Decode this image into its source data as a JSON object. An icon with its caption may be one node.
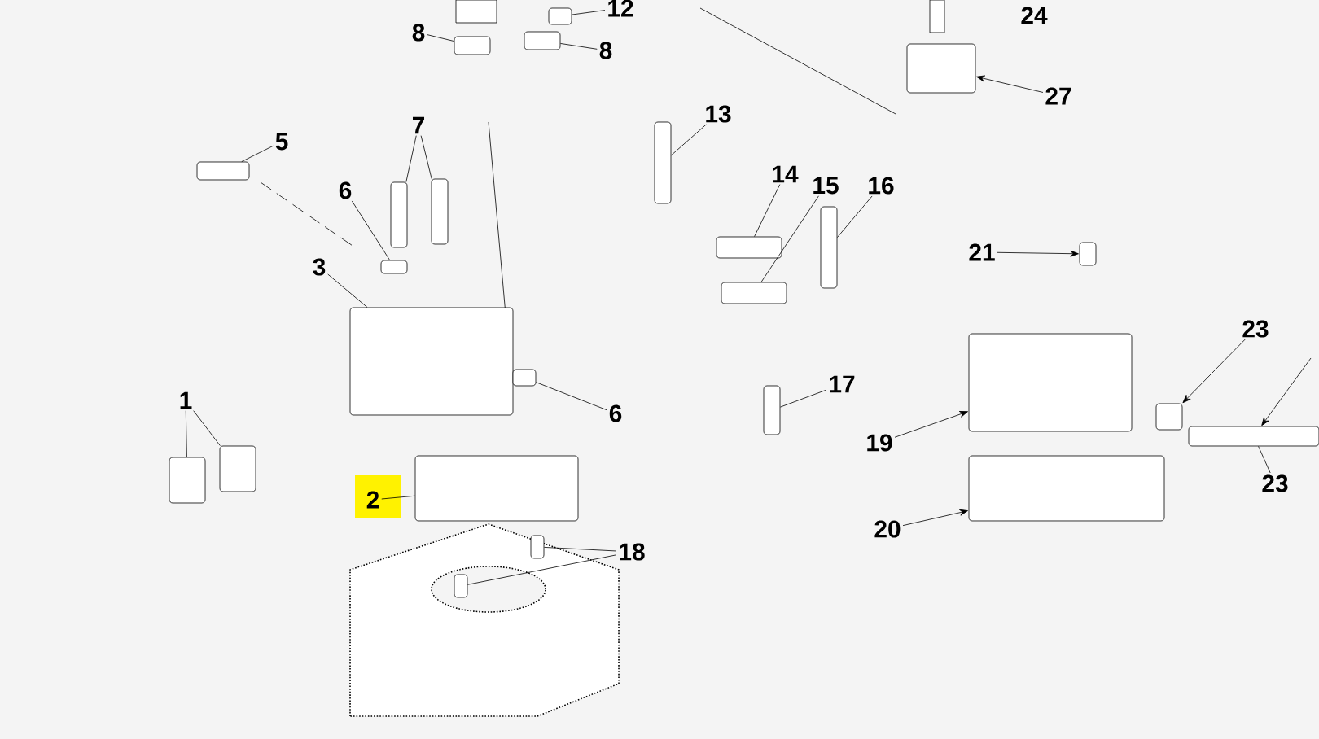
{
  "diagram": {
    "nodes": [
      {
        "text": [
          "8"
        ]
      },
      {
        "text": [],
        "shape": "box"
      },
      {
        "text": [
          "12"
        ]
      },
      {
        "text": [],
        "shape": "box"
      },
      {
        "text": [
          "8"
        ]
      },
      {
        "text": [],
        "shape": "box"
      },
      {
        "text": [
          "5"
        ]
      },
      {
        "text": [],
        "shape": "box"
      },
      {
        "text": [
          "7"
        ]
      },
      {
        "text": [],
        "shape": "box"
      },
      {
        "text": [],
        "shape": "box"
      },
      {
        "text": [
          "6"
        ]
      },
      {
        "text": [],
        "shape": "box"
      },
      {
        "text": [
          "3"
        ]
      },
      {
        "text": [],
        "shape": "box"
      },
      {
        "text": [
          "13"
        ]
      },
      {
        "text": [],
        "shape": "box"
      },
      {
        "text": [
          "14"
        ]
      },
      {
        "text": [],
        "shape": "box"
      },
      {
        "text": [
          "15"
        ]
      },
      {
        "text": [],
        "shape": "box"
      },
      {
        "text": [
          "16"
        ]
      },
      {
        "text": [],
        "shape": "box"
      },
      {
        "text": [
          "17"
        ]
      },
      {
        "text": [],
        "shape": "box"
      },
      {
        "text": [
          "1"
        ]
      },
      {
        "text": [],
        "shape": "box"
      },
      {
        "text": [],
        "shape": "box"
      },
      {
        "text": [
          "2"
        ]
      },
      {
        "text": [],
        "shape": "box"
      },
      {
        "text": [
          "18"
        ]
      },
      {
        "text": [],
        "shape": "box"
      },
      {
        "text": [],
        "shape": "box"
      },
      {
        "text": [
          "6"
        ]
      },
      {
        "text": [],
        "shape": "box"
      },
      {
        "text": [
          "21"
        ]
      },
      {
        "text": [],
        "shape": "box"
      },
      {
        "text": [
          "19"
        ]
      },
      {
        "text": [],
        "shape": "box"
      },
      {
        "text": [
          "20"
        ]
      },
      {
        "text": [],
        "shape": "box"
      },
      {
        "text": [
          "23"
        ]
      },
      {
        "text": [],
        "shape": "box"
      },
      {
        "text": [
          "23"
        ]
      },
      {
        "text": [],
        "shape": "box"
      },
      {
        "text": [
          "27"
        ]
      },
      {
        "text": [],
        "shape": "box"
      }
    ],
    "edges": [
      {
        "from": 0,
        "to": 1,
        "arrow": "none"
      },
      {
        "from": 2,
        "to": 3,
        "arrow": "none"
      },
      {
        "from": 4,
        "to": 5,
        "arrow": "none"
      },
      {
        "from": 6,
        "to": 7,
        "arrow": "none"
      },
      {
        "from": 8,
        "to": 9,
        "arrow": "none"
      },
      {
        "from": 8,
        "to": 10,
        "arrow": "none"
      },
      {
        "from": 11,
        "to": 12,
        "arrow": "none"
      },
      {
        "from": 13,
        "to": 14,
        "arrow": "none"
      },
      {
        "from": 15,
        "to": 16,
        "arrow": "none"
      },
      {
        "from": 17,
        "to": 18,
        "arrow": "none"
      },
      {
        "from": 19,
        "to": 20,
        "arrow": "none"
      },
      {
        "from": 21,
        "to": 22,
        "arrow": "none"
      },
      {
        "from": 23,
        "to": 24,
        "arrow": "none"
      },
      {
        "from": 25,
        "to": 26,
        "arrow": "none"
      },
      {
        "from": 25,
        "to": 27,
        "arrow": "none"
      },
      {
        "from": 28,
        "to": 29,
        "arrow": "none"
      },
      {
        "from": 30,
        "to": 31,
        "arrow": "none"
      },
      {
        "from": 30,
        "to": 32,
        "arrow": "none"
      },
      {
        "from": 33,
        "to": 34,
        "arrow": "none"
      },
      {
        "from": 35,
        "to": 36,
        "arrow": "to"
      },
      {
        "from": 37,
        "to": 38,
        "arrow": "to"
      },
      {
        "from": 39,
        "to": 40,
        "arrow": "to"
      },
      {
        "from": 41,
        "to": 42,
        "arrow": "to"
      },
      {
        "from": 43,
        "to": 44,
        "arrow": "none"
      },
      {
        "from": null,
        "to": 44,
        "arrow": "to"
      },
      {
        "from": 45,
        "to": 46,
        "arrow": "to"
      }
    ],
    "labels": [
      "24"
    ]
  }
}
